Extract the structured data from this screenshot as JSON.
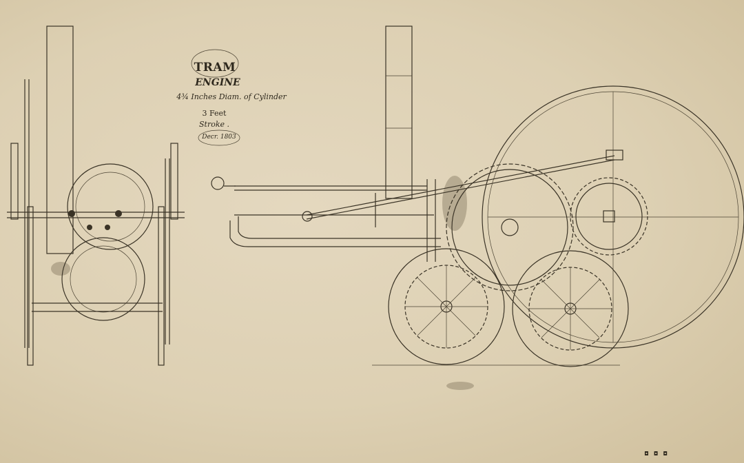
{
  "title": {
    "main": "TRAM",
    "sub": "ENGINE",
    "cylinder": "4¾ Inches Diam. of Cylinder",
    "feet": "3 Feet",
    "stroke": "Stroke .",
    "date": "Decr. 1803"
  },
  "stamp": "◘ ◘ ◘",
  "views": [
    "end-elevation",
    "side-elevation"
  ],
  "colors": {
    "paper": "#ddd0b3",
    "ink": "#3a3326"
  }
}
